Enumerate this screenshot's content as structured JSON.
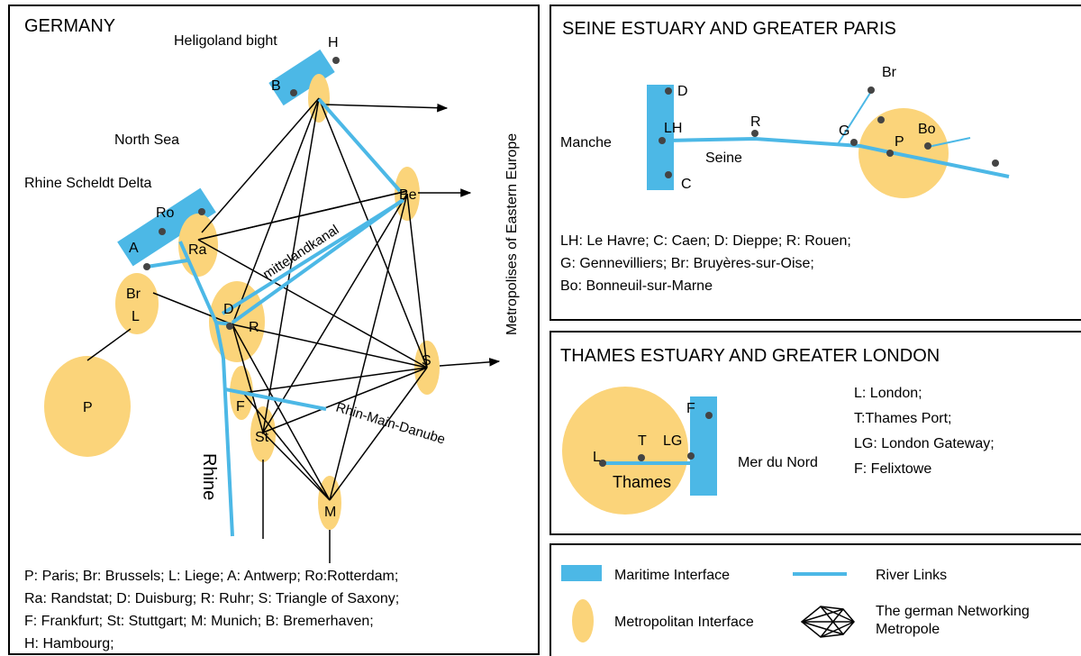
{
  "colors": {
    "maritime": "#4cb8e6",
    "metropolitan": "#fbd47a",
    "river": "#4cb8e6",
    "network": "#000000",
    "dot": "#444444"
  },
  "germany": {
    "title": "GERMANY",
    "regions": {
      "heligoland": "Heligoland bight",
      "north_sea": "North Sea",
      "rhine_delta": "Rhine Scheldt Delta",
      "eastern_europe": "Metropolises of Eastern Europe"
    },
    "nodes": {
      "H": "H",
      "B": "B",
      "Ro": "Ro",
      "A": "A",
      "Ra": "Ra",
      "Br": "Br",
      "L": "L",
      "P": "P",
      "D": "D",
      "R": "R",
      "Be": "Be",
      "S": "S",
      "F": "F",
      "St": "St",
      "M": "M"
    },
    "rivers": {
      "mittelandkanal": "mittelandkanal",
      "rhin_main_danube": "Rhin-Main-Danube",
      "rhine": "Rhine"
    },
    "legend_lines": [
      "P: Paris; Br: Brussels; L: Liege; A: Antwerp; Ro:Rotterdam;",
      "Ra: Randstat; D: Duisburg; R: Ruhr; S: Triangle of Saxony;",
      "F: Frankfurt; St: Stuttgart; M: Munich; B: Bremerhaven;",
      "H: Hambourg;"
    ]
  },
  "seine": {
    "title": "SEINE ESTUARY AND GREATER PARIS",
    "sea": "Manche",
    "river": "Seine",
    "nodes": {
      "D": "D",
      "LH": "LH",
      "C": "C",
      "R": "R",
      "G": "G",
      "Br": "Br",
      "Bo": "Bo",
      "P": "P"
    },
    "legend_lines": [
      "LH: Le Havre; C: Caen; D: Dieppe; R: Rouen;",
      "G: Gennevilliers; Br: Bruyères-sur-Oise;",
      "Bo: Bonneuil-sur-Marne"
    ]
  },
  "thames": {
    "title": "THAMES ESTUARY AND GREATER LONDON",
    "sea": "Mer du Nord",
    "river": "Thames",
    "nodes": {
      "L": "L",
      "T": "T",
      "LG": "LG",
      "F": "F"
    },
    "legend_lines": [
      "L: London;",
      "T:Thames Port;",
      "LG: London Gateway;",
      "F: Felixtowe"
    ]
  },
  "legend": {
    "maritime": "Maritime Interface",
    "river": "River Links",
    "metropolitan": "Metropolitan Interface",
    "network_line1": "The german Networking",
    "network_line2": "Metropole"
  }
}
